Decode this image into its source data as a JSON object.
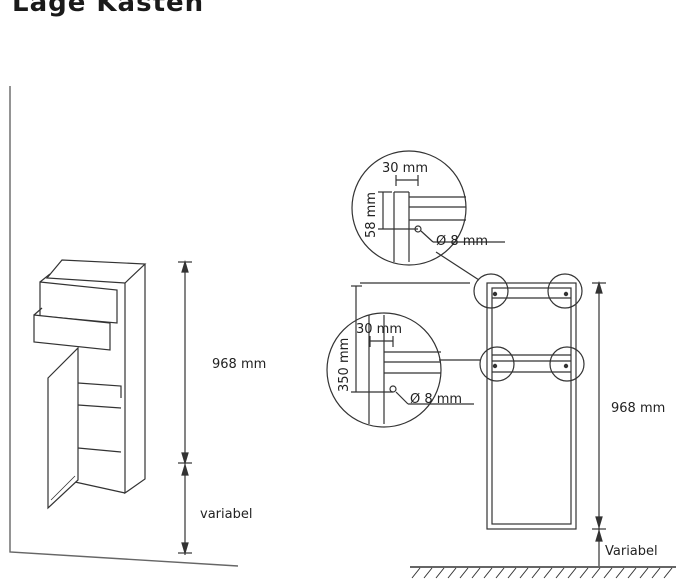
{
  "title": "Lage Kasten",
  "left_view": {
    "height_label": "968 mm",
    "floor_gap_label": "variabel"
  },
  "right_view": {
    "height_label": "968 mm",
    "floor_gap_label": "Variabel",
    "top_detail": {
      "offset_label": "30 mm",
      "vertical_label": "58 mm",
      "hole_label": "Ø 8 mm"
    },
    "middle_detail": {
      "offset_label": "30 mm",
      "vertical_label": "350 mm",
      "hole_label": "Ø 8 mm"
    }
  }
}
